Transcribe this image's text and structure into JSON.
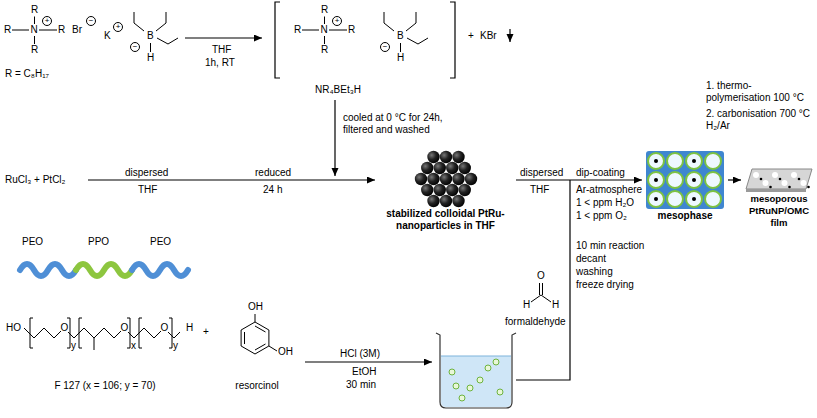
{
  "diagram": {
    "nodes": [
      {
        "text": [
          "NR₄BEt₃H"
        ]
      },
      {
        "text": [
          "RuCl₃ + PtCl₂"
        ]
      },
      {
        "text": [
          "stabilized colloidal PtRu-nanoparticles in THF"
        ]
      },
      {
        "text": [
          "mesophase"
        ]
      },
      {
        "text": [
          "mesoporous PtRuNP/OMC film"
        ]
      },
      {
        "text": [
          "F 127 (x = 106; y = 70)"
        ]
      },
      {
        "text": [
          "resorcinol"
        ]
      }
    ],
    "edges": [
      {
        "from": 1,
        "to": 2,
        "arrow": "to"
      },
      {
        "from": 2,
        "to": 3,
        "arrow": "to"
      },
      {
        "from": 3,
        "to": 4,
        "arrow": "to"
      }
    ],
    "labels": [
      "R",
      "R",
      "N",
      "R",
      "R",
      "+",
      "Br",
      "−",
      "K",
      "+",
      "B",
      "H",
      "−",
      "R = C₈H₁₇",
      "THF",
      "1h, RT",
      "R",
      "R",
      "N",
      "R",
      "R",
      "+",
      "B",
      "H",
      "−",
      "+",
      "KBr",
      "cooled at 0 °C for 24h, filtered and washed",
      "dispersed",
      "THF",
      "reduced",
      "24 h",
      "dispersed",
      "THF",
      "dip-coating",
      "Ar-atmosphere",
      "1 < ppm H₂O",
      "1 < ppm O₂",
      "1. thermo-polymerisation 100 °C",
      "2. carbonisation 700 °C H₂/Ar",
      "10 min reaction",
      "decant",
      "washing",
      "freeze drying",
      "PEO",
      "PPO",
      "PEO",
      "HO",
      "O",
      "y",
      "O",
      "x",
      "O",
      "y",
      "H",
      "+",
      "OH",
      "OH",
      "HCl (3M)",
      "EtOH",
      "30 min",
      "O",
      "H",
      "H",
      "formaldehyde"
    ]
  }
}
